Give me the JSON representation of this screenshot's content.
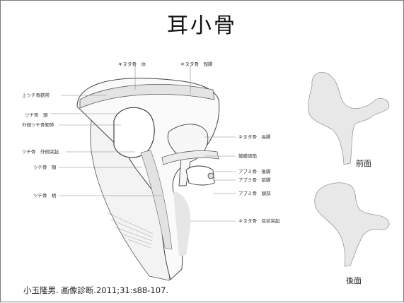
{
  "title": "耳小骨",
  "labels": {
    "incus_body": "キヌタ骨　体",
    "incus_short_process": "キヌタ骨　短脚",
    "superior_malleal_ligament": "上ツチ骨靭帯",
    "malleus_head": "ツチ骨　頭",
    "lateral_malleal_ligament": "外側ツチ骨靭帯",
    "malleus_lateral_process": "ツチ骨　外側突起",
    "malleus_neck": "ツチ骨　頸",
    "malleus_handle": "ツチ骨　柄",
    "incus_long_process": "キヌタ骨　長脚",
    "tensor_tympani_tendon": "鼓膜張筋",
    "stapes_posterior_crus": "アブミ骨　後脚",
    "stapes_anterior_crus": "アブミ骨　前脚",
    "stapes_head": "アブミ骨　頭部",
    "incus_lenticular_process": "キヌタ骨　豆状突起"
  },
  "views": {
    "front": "前面",
    "back": "後面"
  },
  "citation": "小玉隆男. 画像診断.2011;31:s88-107."
}
